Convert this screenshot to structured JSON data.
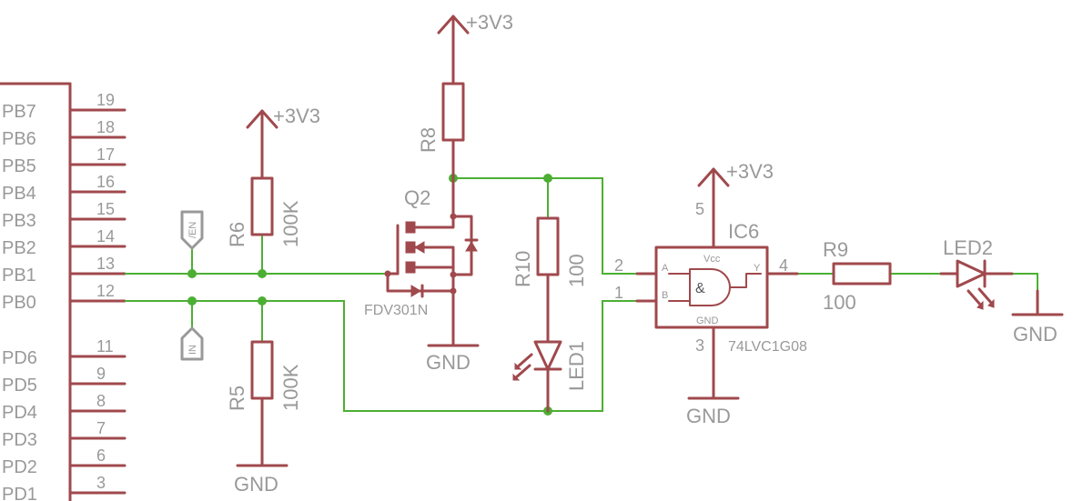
{
  "connector": {
    "pins": [
      {
        "name": "PB7",
        "num": "19"
      },
      {
        "name": "PB6",
        "num": "18"
      },
      {
        "name": "PB5",
        "num": "17"
      },
      {
        "name": "PB4",
        "num": "16"
      },
      {
        "name": "PB3",
        "num": "15"
      },
      {
        "name": "PB2",
        "num": "14"
      },
      {
        "name": "PB1",
        "num": "13"
      },
      {
        "name": "PB0",
        "num": "12"
      },
      {
        "name": "PD6",
        "num": "11"
      },
      {
        "name": "PD5",
        "num": "9"
      },
      {
        "name": "PD4",
        "num": "8"
      },
      {
        "name": "PD3",
        "num": "7"
      },
      {
        "name": "PD2",
        "num": "6"
      },
      {
        "name": "PD1",
        "num": "3"
      }
    ]
  },
  "supplies": {
    "r6_supply": "+3V3",
    "q2_supply": "+3V3",
    "ic6_supply": "+3V3"
  },
  "grounds": {
    "r5_gnd": "GND",
    "q2_gnd": "GND",
    "ic6_gnd": "GND",
    "led2_gnd": "GND"
  },
  "flags": {
    "en_flag": "/EN",
    "in_flag": "IN"
  },
  "r6": {
    "name": "R6",
    "value": "100K"
  },
  "r5": {
    "name": "R5",
    "value": "100K"
  },
  "r8": {
    "name": "R8"
  },
  "r10": {
    "name": "R10",
    "value": "100"
  },
  "r9": {
    "name": "R9",
    "value": "100"
  },
  "q2": {
    "name": "Q2",
    "part": "FDV301N"
  },
  "led1": {
    "name": "LED1"
  },
  "led2": {
    "name": "LED2"
  },
  "ic6": {
    "name": "IC6",
    "part": "74LVC1G08",
    "pin_a": "A",
    "pin_b": "B",
    "pin_y": "Y",
    "vcc": "Vcc",
    "gnd": "GND",
    "gate_symbol": "&",
    "pin_num_a": "2",
    "pin_num_b": "1",
    "pin_num_y": "4",
    "pin_num_vcc": "5",
    "pin_num_gnd": "3"
  },
  "colors": {
    "symbol": "#a0494d",
    "wire": "#4caf33",
    "text": "#999999"
  }
}
